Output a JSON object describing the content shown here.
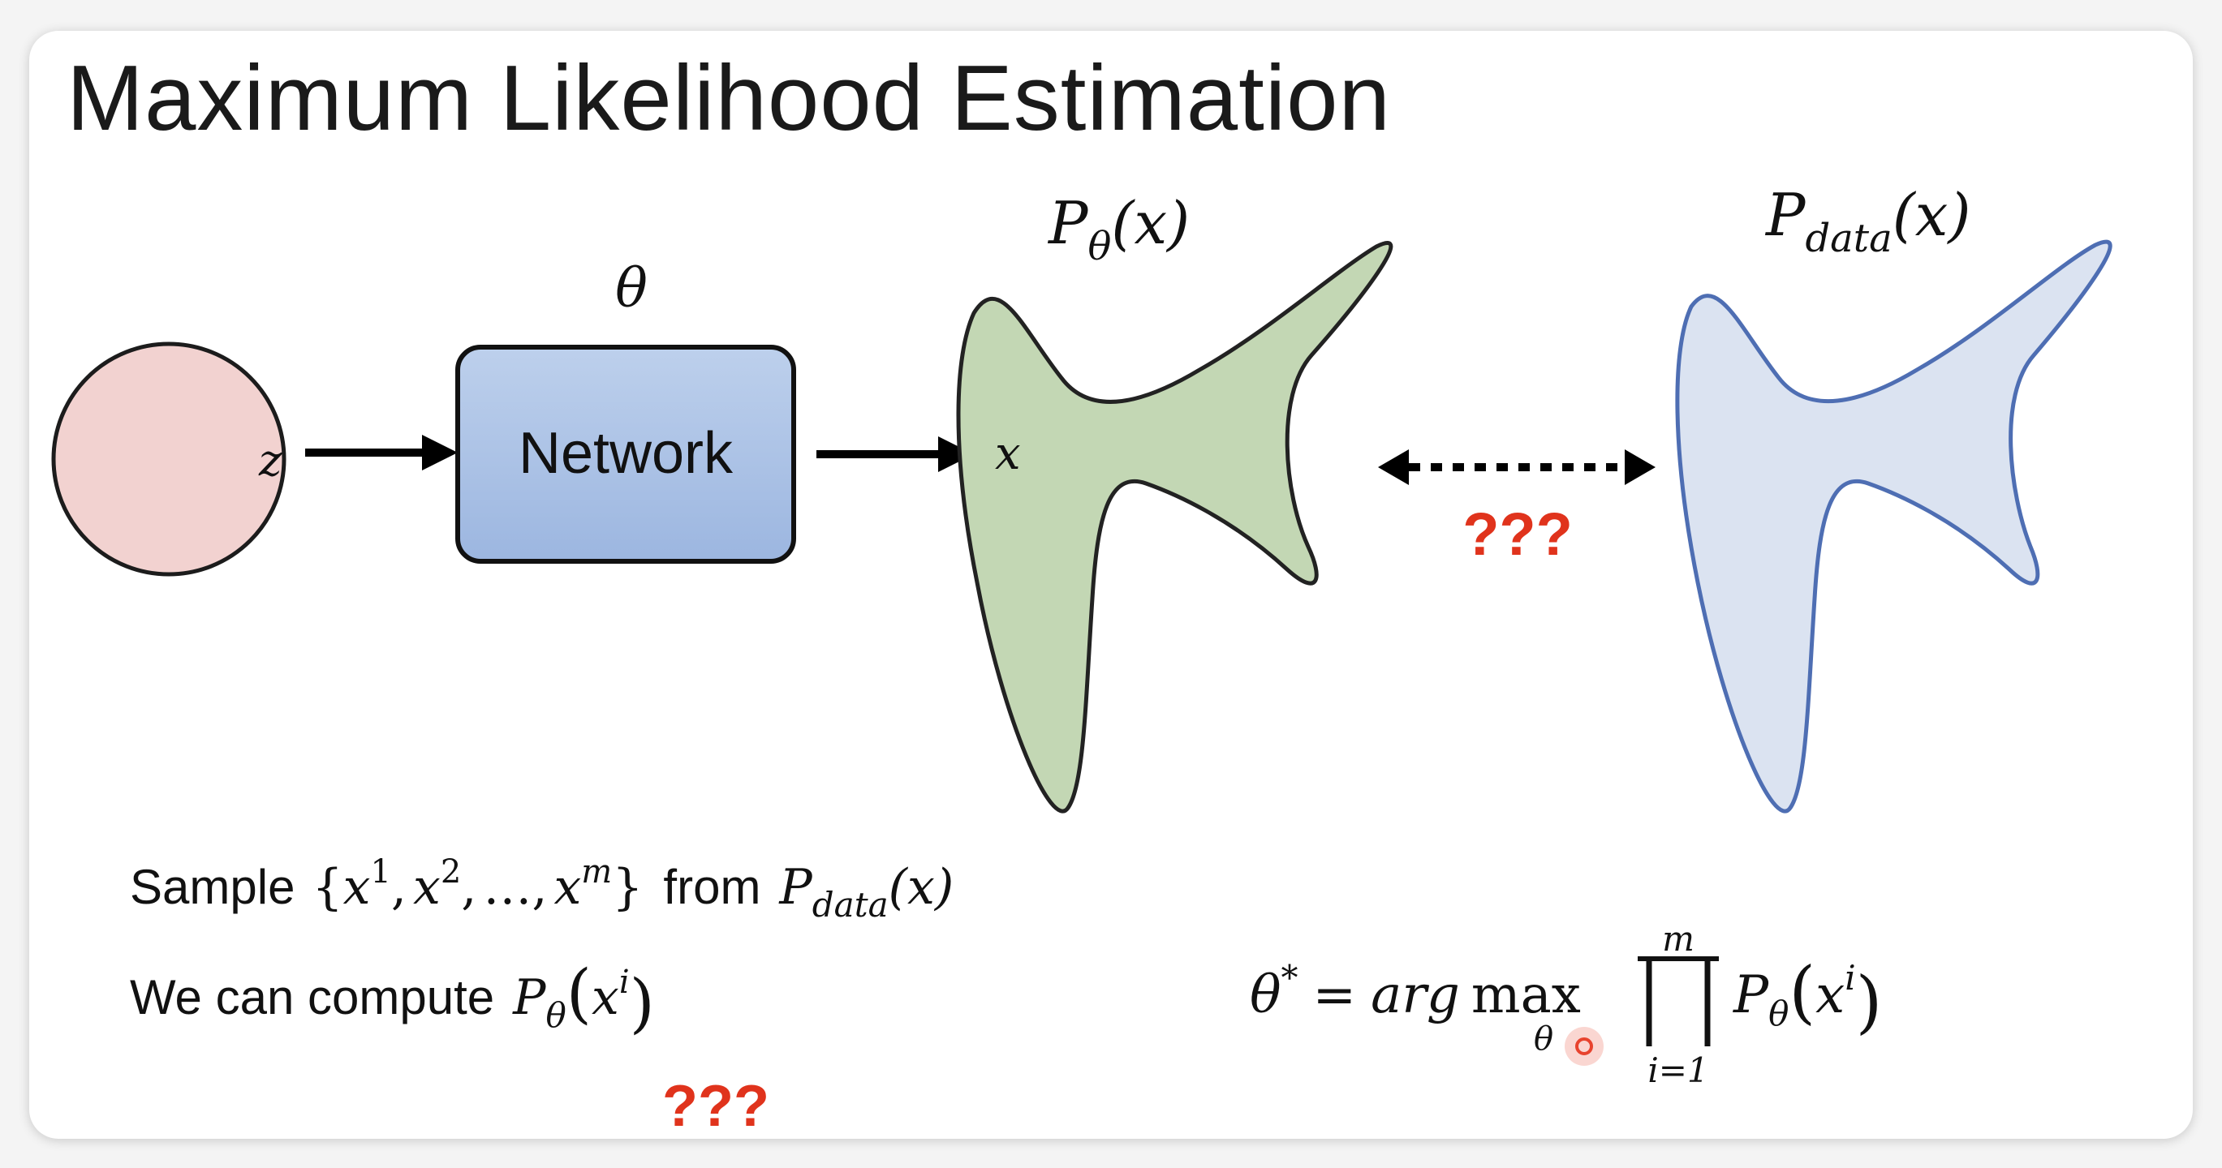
{
  "title": "Maximum Likelihood Estimation",
  "diagram": {
    "input": {
      "var": "z"
    },
    "network": {
      "label": "Network",
      "param": "θ"
    },
    "model_dist": {
      "base": "P",
      "sub": "θ",
      "arg": "(x)",
      "point": "x"
    },
    "data_dist": {
      "base": "P",
      "sub": "data",
      "arg": "(x)"
    },
    "compare_mark": "???"
  },
  "text": {
    "sample_prefix": "Sample",
    "sample_open": "{",
    "x": "x",
    "sup1": "1",
    "sup2": "2",
    "supm": "m",
    "comma": ",",
    "ellipsis": "…",
    "sample_close": "}",
    "from": "from",
    "P": "P",
    "data_sub": "data",
    "paren_x": "(x)",
    "compute_prefix": "We can compute",
    "theta": "θ",
    "lparen": "(",
    "rparen": ")",
    "sup_i": "i",
    "compute_mark": "???"
  },
  "formula": {
    "lhs_theta": "θ",
    "lhs_star": "*",
    "equals": "=",
    "arg": "arg",
    "max": "max",
    "max_sub": "θ",
    "prod": "∏",
    "upper": "m",
    "lower": "i=1",
    "P": "P",
    "P_sub": "θ",
    "lparen": "(",
    "x": "x",
    "sup_i": "i",
    "rparen": ")"
  },
  "colors": {
    "circle_fill": "#f2d2d0",
    "network_fill_top": "#bdd0ec",
    "network_fill_bottom": "#9cb6e0",
    "model_fill": "#c3d7b4",
    "data_fill": "#dbe3f1",
    "data_stroke": "#4e6eb3",
    "question_red": "#e0331c",
    "cursor_red": "#e8432e"
  }
}
